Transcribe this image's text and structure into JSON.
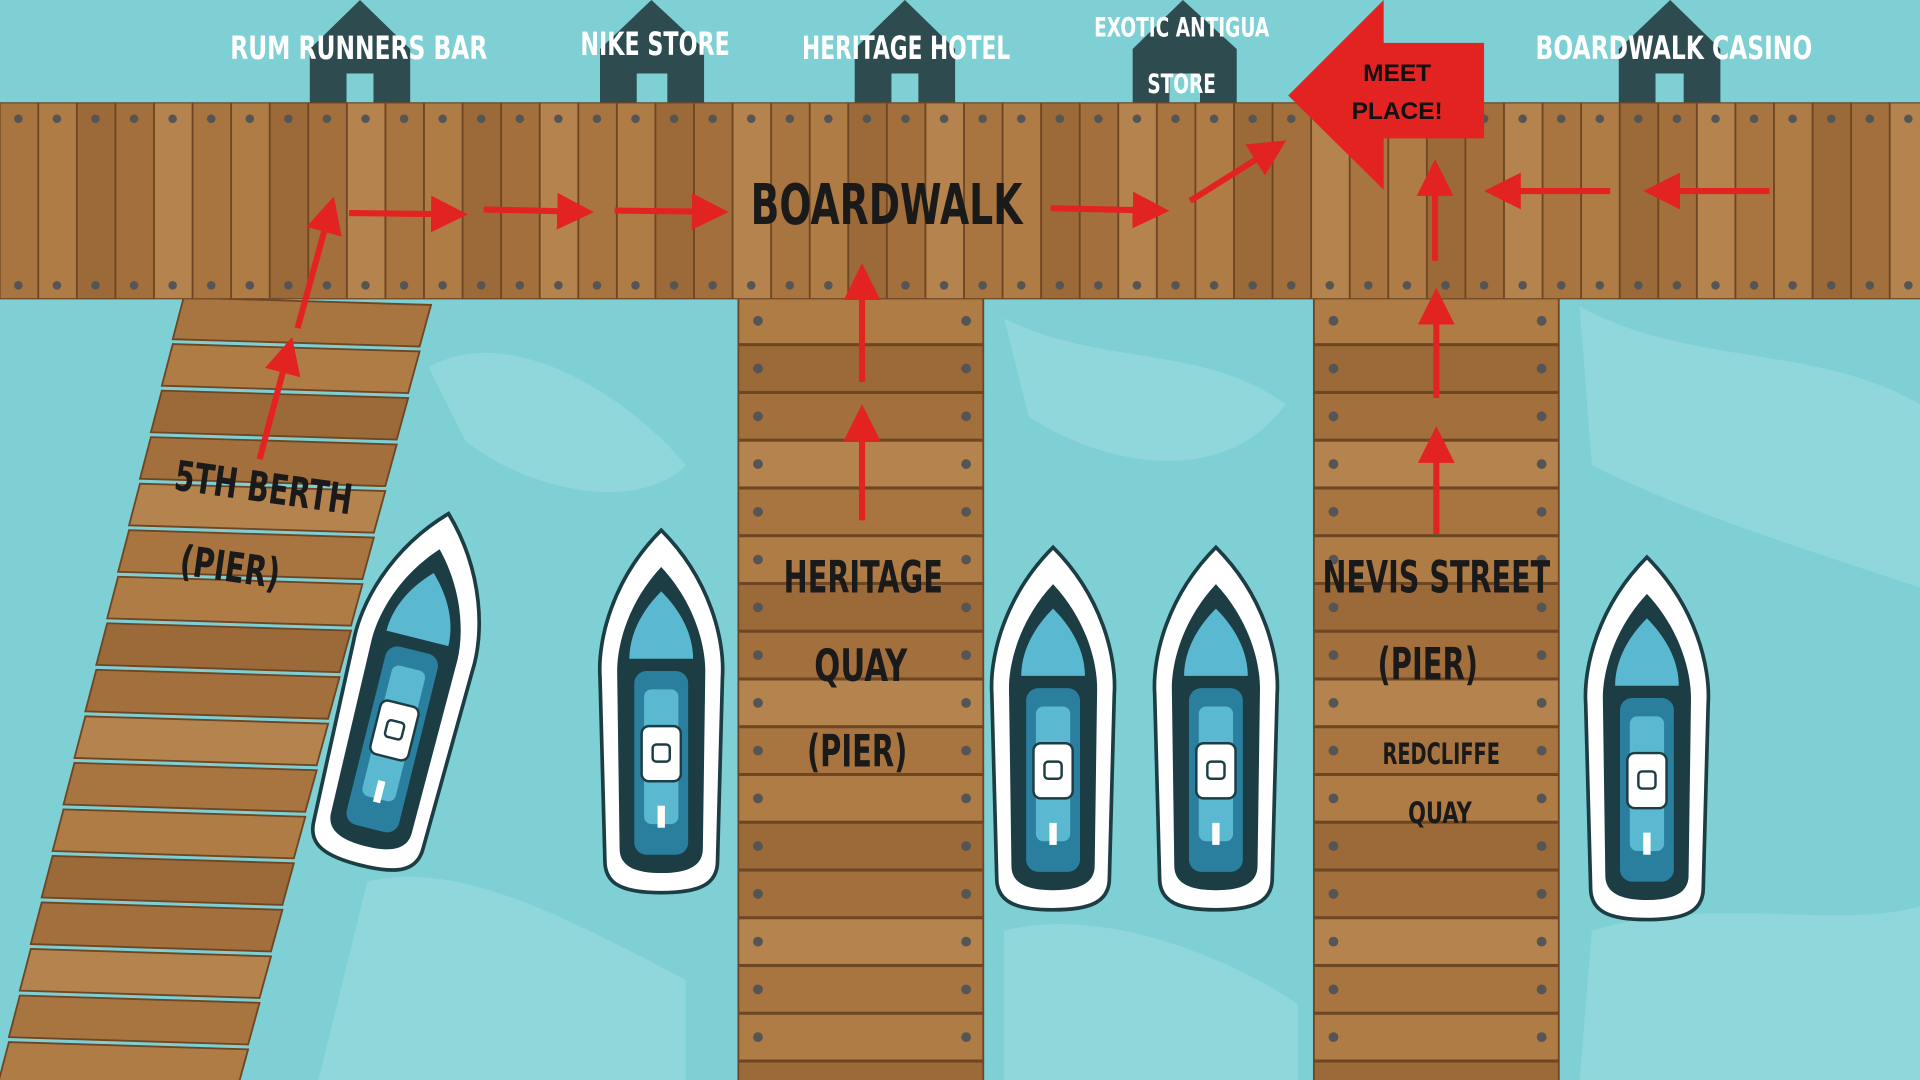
{
  "colors": {
    "water": "#7fd0d4",
    "water_light": "#9adde0",
    "wood": "#a8743f",
    "wood_dark": "#7a4f28",
    "house": "#2e4b50",
    "arrow": "#e32322"
  },
  "buildings": [
    {
      "label": "RUM RUNNERS BAR"
    },
    {
      "label": "NIKE STORE"
    },
    {
      "label": "HERITAGE HOTEL"
    },
    {
      "label_line1": "EXOTIC ANTIGUA",
      "label_line2": "STORE"
    },
    {
      "label": "BOARDWALK CASINO"
    }
  ],
  "boardwalk": {
    "label": "BOARDWALK"
  },
  "meet_place": {
    "line1": "MEET",
    "line2": "PLACE!"
  },
  "piers": [
    {
      "line1": "5TH BERTH",
      "line2": "(PIER)"
    },
    {
      "line1": "HERITAGE",
      "line2": "QUAY",
      "line3": "(PIER)"
    },
    {
      "line1": "NEVIS STREET",
      "line2": "(PIER)",
      "sub1": "REDCLIFFE",
      "sub2": "QUAY"
    }
  ]
}
